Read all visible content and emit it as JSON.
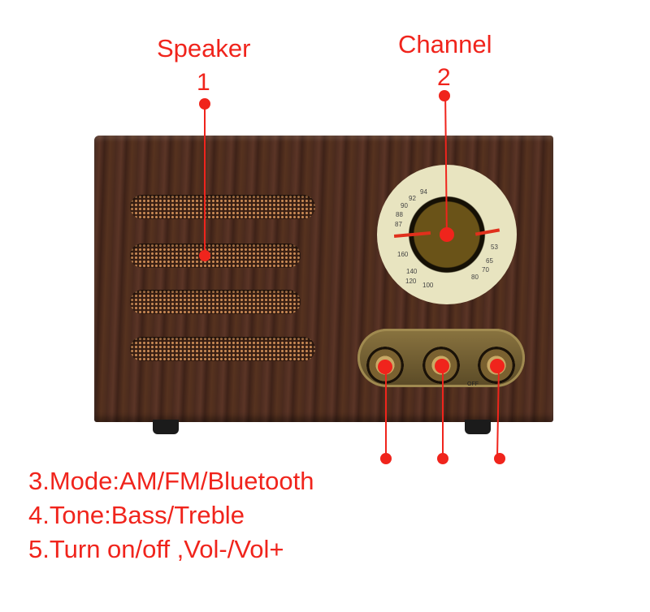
{
  "labels": {
    "speaker": "Speaker",
    "speaker_num": "1",
    "channel": "Channel",
    "channel_num": "2"
  },
  "captions": [
    "3.Mode:AM/FM/Bluetooth",
    "4.Tone:Bass/Treble",
    "5.Turn on/off ,Vol-/Vol+"
  ],
  "dial": {
    "fm": [
      "87",
      "88",
      "90",
      "92",
      "94"
    ],
    "am": [
      "160",
      "140",
      "120",
      "100",
      "80",
      "70",
      "65",
      "53"
    ]
  },
  "panel": {
    "off": "OFF"
  },
  "colors": {
    "annotation": "#f0241c",
    "wood": "#4a2a1e",
    "brass": "#b48a3a"
  }
}
